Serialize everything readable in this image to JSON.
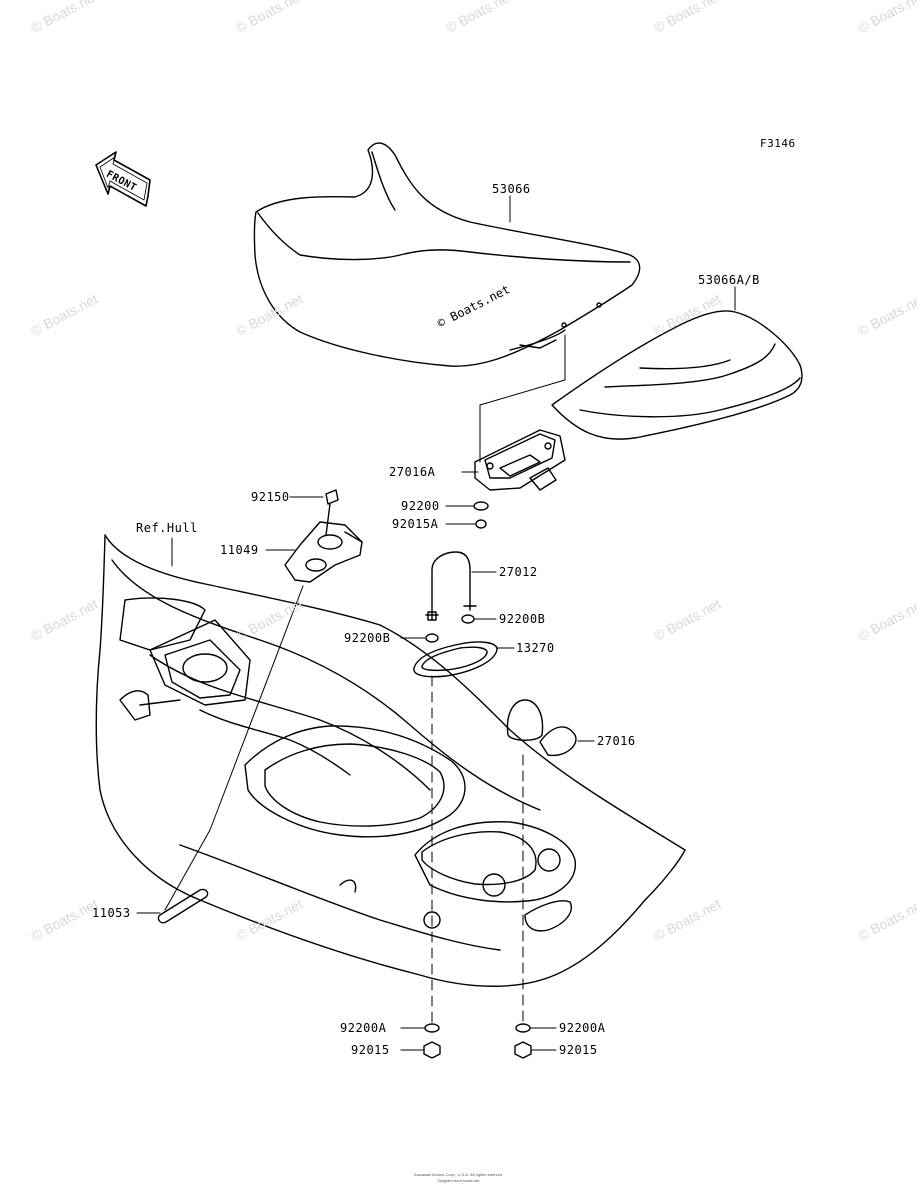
{
  "diagram": {
    "figure_id": "F3146",
    "ref_label": "Ref.Hull",
    "front_label": "FRONT",
    "inline_watermark": "© Boats.net",
    "watermark": "© Boats.net",
    "footer_line1": "Kawasaki Motors Corp., U.S.A. All rights reserved.",
    "footer_line2": "Diagram from boats.net",
    "parts": {
      "p53066": "53066",
      "p53066ab": "53066A/B",
      "p27016a": "27016A",
      "p92200": "92200",
      "p92015a": "92015A",
      "p92150": "92150",
      "p11049": "11049",
      "p27012": "27012",
      "p92200b_right": "92200B",
      "p92200b_left": "92200B",
      "p13270": "13270",
      "p27016": "27016",
      "p11053": "11053",
      "p92200a_left": "92200A",
      "p92200a_right": "92200A",
      "p92015_left": "92015",
      "p92015_right": "92015"
    }
  }
}
